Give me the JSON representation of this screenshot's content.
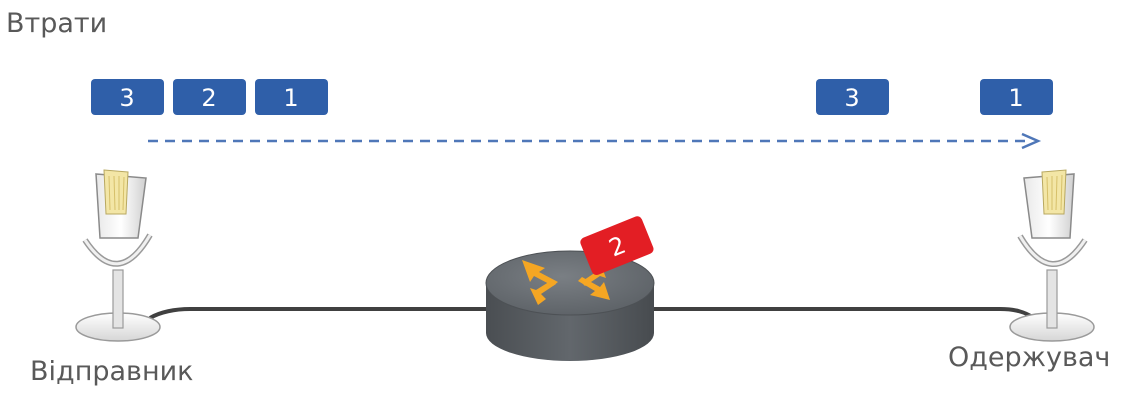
{
  "title": "Втрати",
  "sender": {
    "label": "Відправник"
  },
  "receiver": {
    "label": "Одержувач"
  },
  "sent_packets": [
    "3",
    "2",
    "1"
  ],
  "received_packets": [
    "3",
    "1"
  ],
  "lost_packet": "2",
  "colors": {
    "packet": "#2f5fa9",
    "lost_packet": "#e31e24",
    "arrow": "#4f77b8",
    "router_body": "#555a5f",
    "router_arrows": "#f5a623",
    "cable": "#404040"
  },
  "icons": {
    "sender": "microphone-plug-icon",
    "receiver": "microphone-plug-icon",
    "router": "router-icon",
    "flow": "dashed-arrow-right"
  }
}
